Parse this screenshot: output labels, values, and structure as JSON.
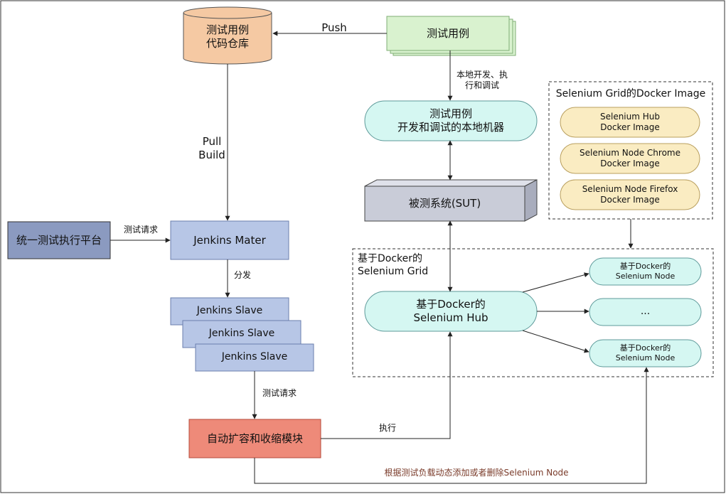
{
  "colors": {
    "repo_fill": "#f5c9a3",
    "green_fill": "#d9f2cf",
    "green_border": "#7fae74",
    "cyan_fill": "#d5f7f2",
    "cyan_border": "#5e9a9a",
    "sut_fill": "#c9ccd8",
    "blue_fill": "#b7c6e6",
    "blue_border": "#6b7fad",
    "yellow_fill": "#faecc2",
    "yellow_border": "#b99f5e",
    "salmon_fill": "#ee8a79",
    "salmon_border": "#b4493a",
    "platform_fill": "#8b9ac0",
    "line": "#222222"
  },
  "repo": {
    "line1": "测试用例",
    "line2": "代码仓库"
  },
  "push_label": "Push",
  "test_cases": {
    "label": "测试用例"
  },
  "local_dev_label": {
    "line1": "本地开发、执",
    "line2": "行和调试"
  },
  "local_machine": {
    "line1": "测试用例",
    "line2": "开发和调试的本地机器"
  },
  "sut": {
    "label": "被测系统(SUT)"
  },
  "pull_build": {
    "line1": "Pull",
    "line2": "Build"
  },
  "platform": {
    "label": "统一测试执行平台"
  },
  "test_request_1": "测试请求",
  "jenkins_master": {
    "label": "Jenkins Mater"
  },
  "distribute_label": "分发",
  "jenkins_slaves": [
    "Jenkins Slave",
    "Jenkins Slave",
    "Jenkins Slave"
  ],
  "test_request_2": "测试请求",
  "autoscale": {
    "label": "自动扩容和收缩模块"
  },
  "execute_label": "执行",
  "bottom_label": "根据测试负载动态添加或者删除Selenium Node",
  "docker_images": {
    "title": "Selenium Grid的Docker Image",
    "items": [
      {
        "line1": "Selenium Hub",
        "line2": "Docker Image"
      },
      {
        "line1": "Selenium Node Chrome",
        "line2": "Docker Image"
      },
      {
        "line1": "Selenium Node Firefox",
        "line2": "Docker Image"
      }
    ]
  },
  "grid": {
    "title_line1": "基于Docker的",
    "title_line2": "Selenium Grid",
    "hub": {
      "line1": "基于Docker的",
      "line2": "Selenium Hub"
    },
    "nodes": [
      {
        "line1": "基于Docker的",
        "line2": "Selenium Node"
      },
      {
        "line1": "...",
        "line2": ""
      },
      {
        "line1": "基于Docker的",
        "line2": "Selenium Node"
      }
    ]
  }
}
